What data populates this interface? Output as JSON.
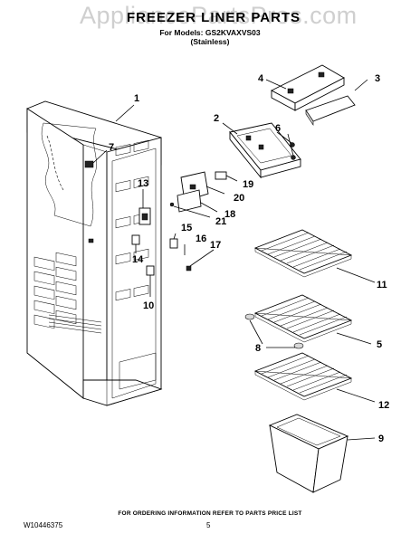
{
  "header": {
    "watermark": "AppliancePartsPros.com",
    "title": "FREEZER LINER PARTS",
    "models_line": "For Models: GS2KVAXVS03",
    "finish_line": "(Stainless)"
  },
  "callouts": {
    "c1": "1",
    "c2": "2",
    "c3": "3",
    "c4": "4",
    "c5": "5",
    "c6": "6",
    "c7": "7",
    "c8": "8",
    "c9": "9",
    "c10": "10",
    "c11": "11",
    "c12": "12",
    "c13": "13",
    "c14": "14",
    "c15": "15",
    "c16": "16",
    "c17": "17",
    "c18": "18",
    "c19": "19",
    "c20": "20",
    "c21": "21"
  },
  "footer": {
    "ordering_note": "FOR ORDERING INFORMATION REFER TO PARTS PRICE LIST",
    "document_number": "W10446375",
    "page_number": "5"
  }
}
